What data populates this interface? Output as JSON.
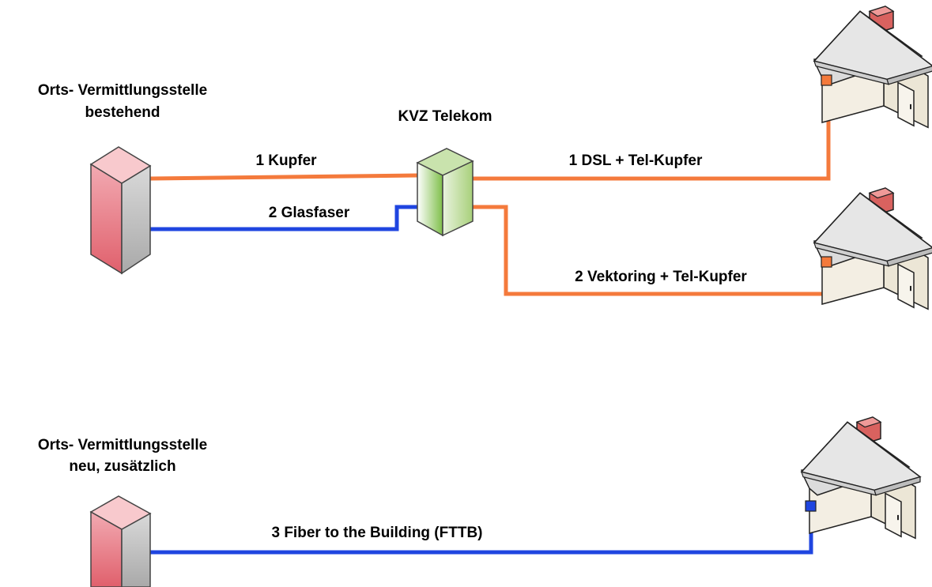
{
  "nodes": {
    "exchange_existing": {
      "label_line1": "Orts- Vermittlungsstelle",
      "label_line2": "bestehend"
    },
    "kvz": {
      "label": "KVZ Telekom"
    },
    "exchange_new": {
      "label_line1": "Orts- Vermittlungsstelle",
      "label_line2": "neu, zusätzlich"
    }
  },
  "links": {
    "copper": {
      "label": "1 Kupfer"
    },
    "fiber": {
      "label": "2 Glasfaser"
    },
    "dsl": {
      "label": "1 DSL + Tel-Kupfer"
    },
    "vectoring": {
      "label": "2 Vektoring + Tel-Kupfer"
    },
    "fttb": {
      "label": "3 Fiber to the Building (FTTB)"
    }
  },
  "colors": {
    "copper": "#f47a3c",
    "fiber": "#1f45e0"
  }
}
